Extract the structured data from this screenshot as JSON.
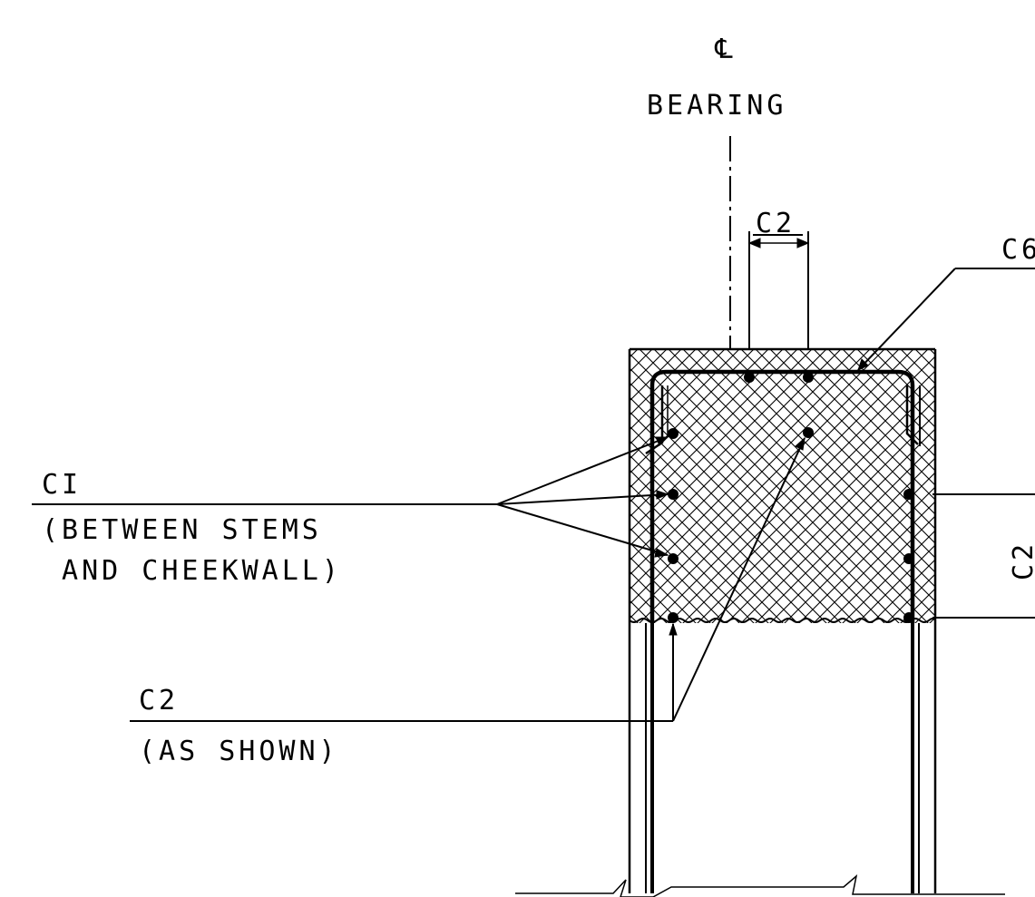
{
  "labels": {
    "cl_symbol": "℄",
    "bearing": "BEARING",
    "dim_top": "C2",
    "c6_partial": "C6",
    "c1": "CI",
    "c1_note_line1": "(BETWEEN STEMS",
    "c1_note_line2": " AND CHEEKWALL)",
    "c2_left": "C2",
    "c2_left_note": "(AS SHOWN)",
    "c2_right_partial": "C2"
  },
  "colors": {
    "line": "#000000",
    "background": "#ffffff"
  }
}
